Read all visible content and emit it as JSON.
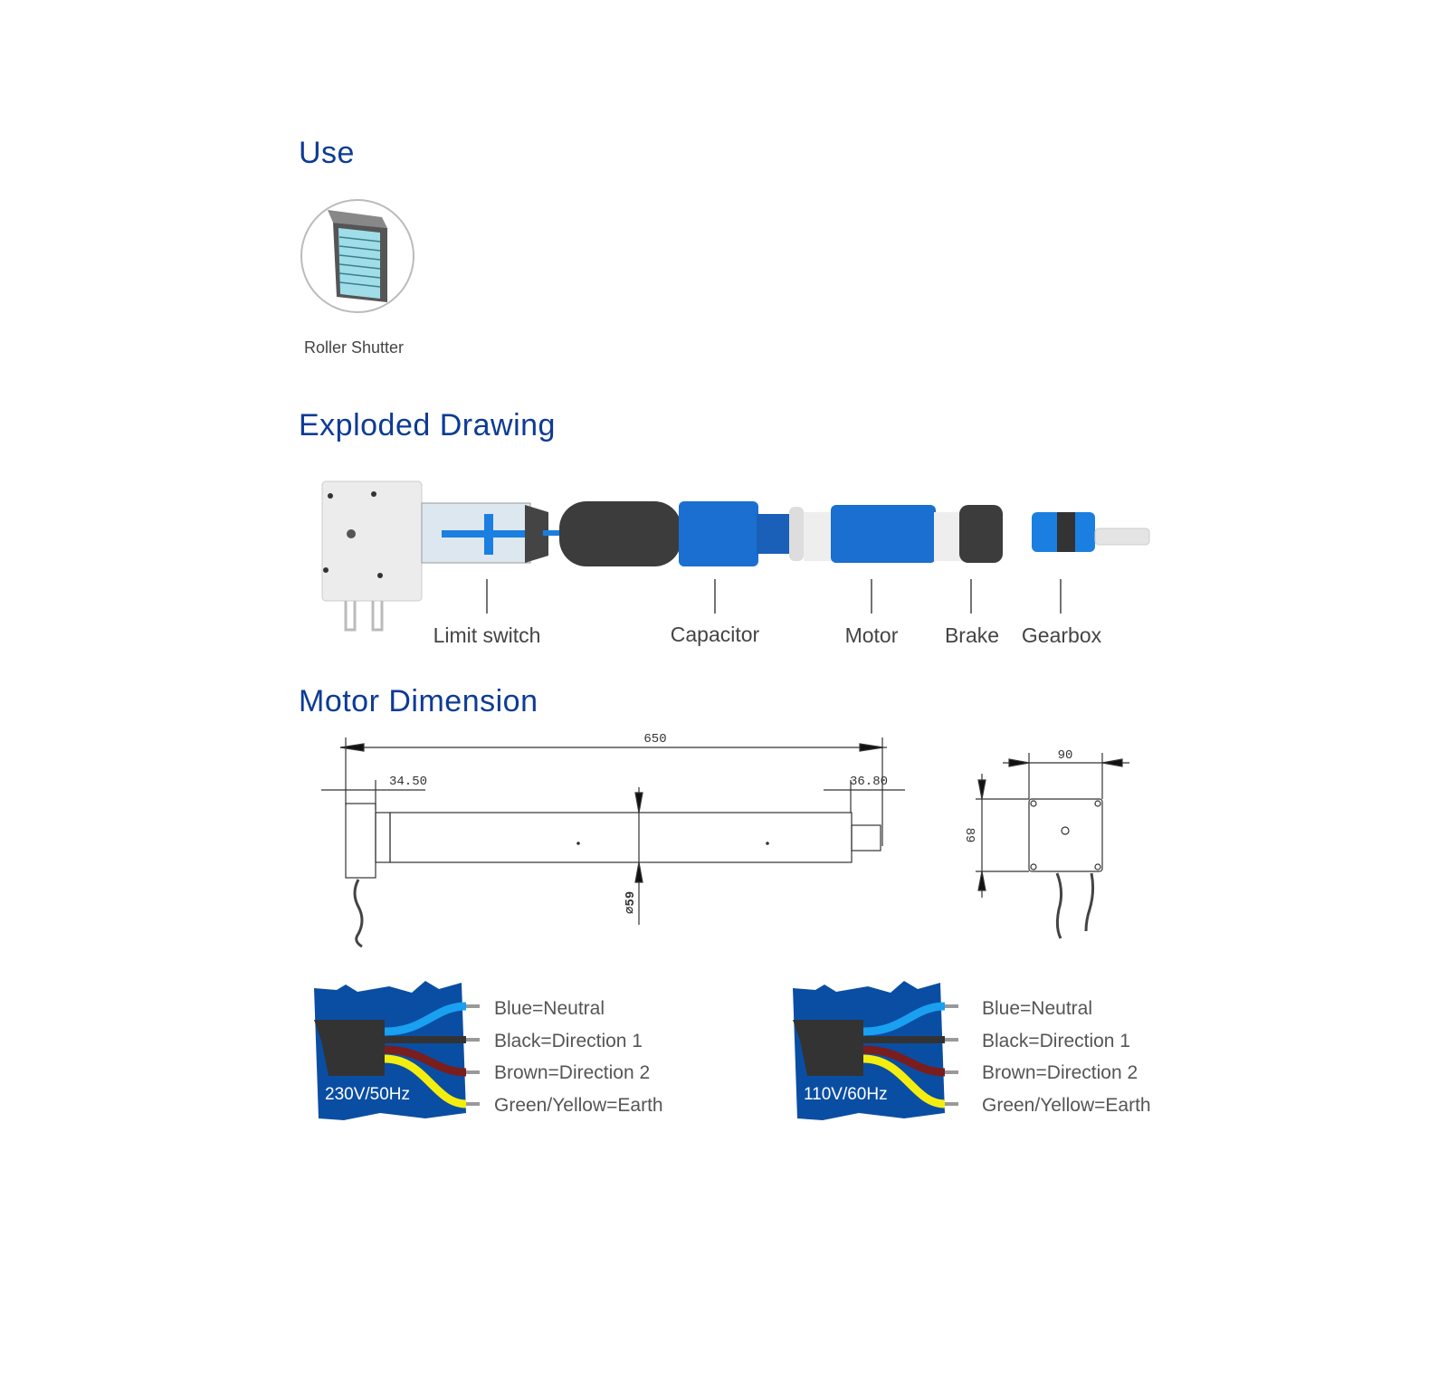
{
  "sections": {
    "use": {
      "title": "Use",
      "items": [
        {
          "label": "Roller Shutter",
          "icon": "roller-shutter-icon"
        }
      ]
    },
    "exploded": {
      "title": "Exploded Drawing",
      "parts": [
        "Limit switch",
        "Capacitor",
        "Motor",
        "Brake",
        "Gearbox"
      ]
    },
    "dimension": {
      "title": "Motor Dimension",
      "length": "650",
      "head": "34.50",
      "tail": "36.80",
      "diameter": "59",
      "head_width": "90",
      "head_height": "89"
    },
    "wiring": [
      {
        "voltage": "230V/50Hz",
        "legend": [
          "Blue=Neutral",
          "Black=Direction 1",
          "Brown=Direction 2",
          "Green/Yellow=Earth"
        ]
      },
      {
        "voltage": "110V/60Hz",
        "legend": [
          "Blue=Neutral",
          "Black=Direction 1",
          "Brown=Direction 2",
          "Green/Yellow=Earth"
        ]
      }
    ]
  },
  "colors": {
    "heading": "#0d3b96",
    "motor_blue": "#1a6fd0",
    "wire_blue": "#1aa0f0",
    "wire_black": "#333333",
    "wire_brown": "#7a1d1d",
    "wire_yellow": "#f4ee10",
    "panel": "#0a4ea3"
  }
}
